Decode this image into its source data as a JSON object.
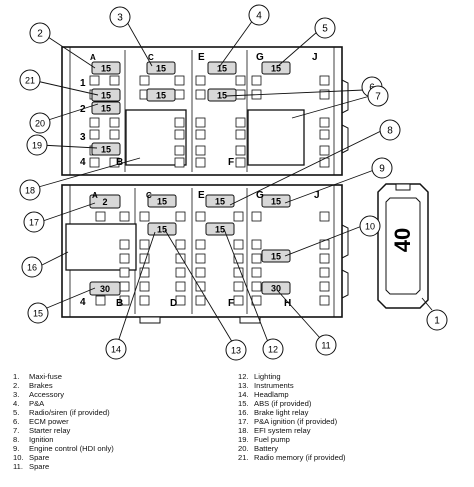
{
  "fuse_amps": {
    "a15": "15",
    "a2": "2",
    "a30": "30",
    "a40": "40"
  },
  "row_labels": {
    "r1": "1",
    "r2": "2",
    "r3": "3",
    "r4": "4"
  },
  "column_labels": {
    "A": "A",
    "B": "B",
    "C": "C",
    "D": "D",
    "E": "E",
    "F": "F",
    "G": "G",
    "H": "H",
    "J": "J"
  },
  "callouts": [
    "1",
    "2",
    "3",
    "4",
    "5",
    "6",
    "7",
    "8",
    "9",
    "10",
    "11",
    "12",
    "13",
    "14",
    "15",
    "16",
    "17",
    "18",
    "19",
    "20",
    "21"
  ],
  "legend": [
    {
      "num": "1.",
      "label": "Maxi-fuse"
    },
    {
      "num": "2.",
      "label": "Brakes"
    },
    {
      "num": "3.",
      "label": "Accessory"
    },
    {
      "num": "4.",
      "label": "P&A"
    },
    {
      "num": "5.",
      "label": "Radio/siren (if provided)"
    },
    {
      "num": "6.",
      "label": "ECM power"
    },
    {
      "num": "7.",
      "label": "Starter relay"
    },
    {
      "num": "8.",
      "label": "Ignition"
    },
    {
      "num": "9.",
      "label": "Engine control (HDI only)"
    },
    {
      "num": "10.",
      "label": "Spare"
    },
    {
      "num": "11.",
      "label": "Spare"
    },
    {
      "num": "12.",
      "label": "Lighting"
    },
    {
      "num": "13.",
      "label": "Instruments"
    },
    {
      "num": "14.",
      "label": "Headlamp"
    },
    {
      "num": "15.",
      "label": "ABS (if provided)"
    },
    {
      "num": "16.",
      "label": "Brake light relay"
    },
    {
      "num": "17.",
      "label": "P&A ignition (if provided)"
    },
    {
      "num": "18.",
      "label": "EFI system relay"
    },
    {
      "num": "19.",
      "label": "Fuel pump"
    },
    {
      "num": "20.",
      "label": "Battery"
    },
    {
      "num": "21.",
      "label": "Radio memory (if provided)"
    }
  ]
}
